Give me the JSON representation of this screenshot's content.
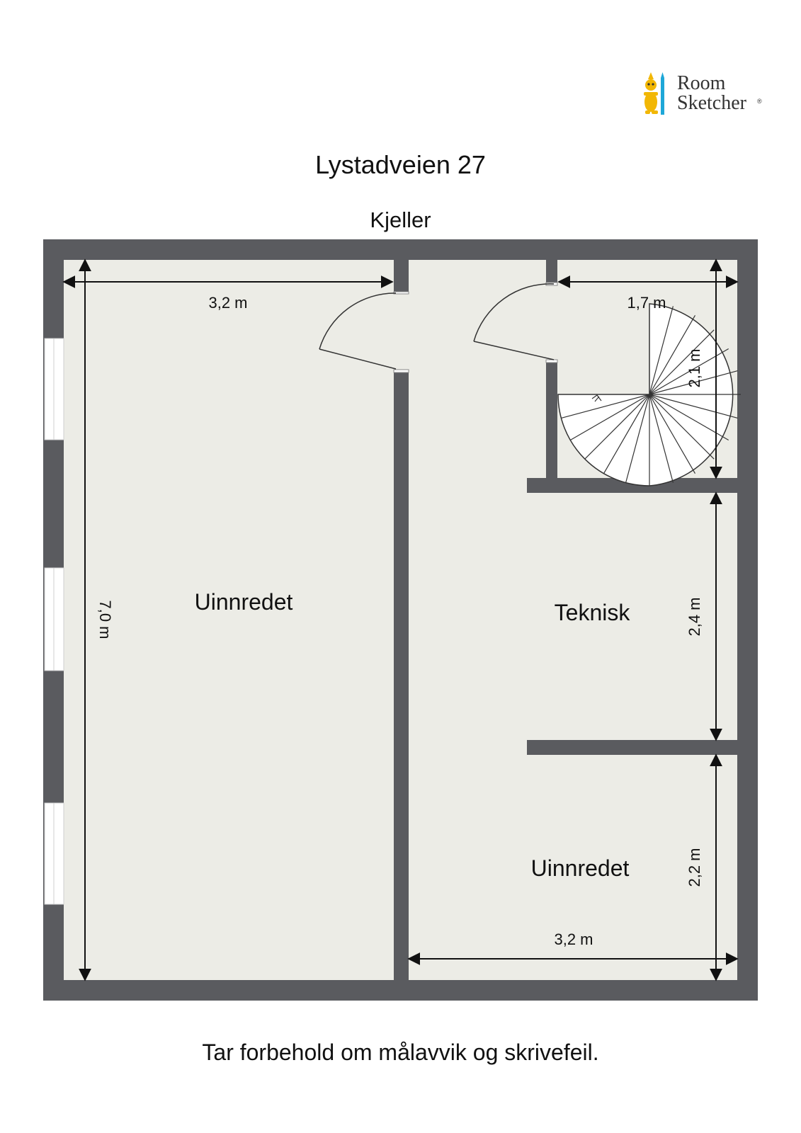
{
  "logo": {
    "line1": "Room",
    "line2": "Sketcher",
    "reg": "®",
    "colors": {
      "figure": "#f2b705",
      "pencil": "#1ea7d8"
    }
  },
  "title": "Lystadveien 27",
  "floor": "Kjeller",
  "rooms": {
    "uinnredet_large": "Uinnredet",
    "teknisk": "Teknisk",
    "uinnredet_small": "Uinnredet"
  },
  "dimensions": {
    "top_left_width": "3,2 m",
    "top_right_width": "1,7 m",
    "left_height": "7,0 m",
    "stair_height": "2,1 m",
    "teknisk_height": "2,4 m",
    "small_room_height": "2,2 m",
    "bottom_width": "3,2 m"
  },
  "colors": {
    "wall": "#5a5b5f",
    "floor": "#ecece6",
    "window": "#ffffff",
    "line": "#111111"
  },
  "disclaimer": "Tar forbehold om målavvik og skrivefeil."
}
